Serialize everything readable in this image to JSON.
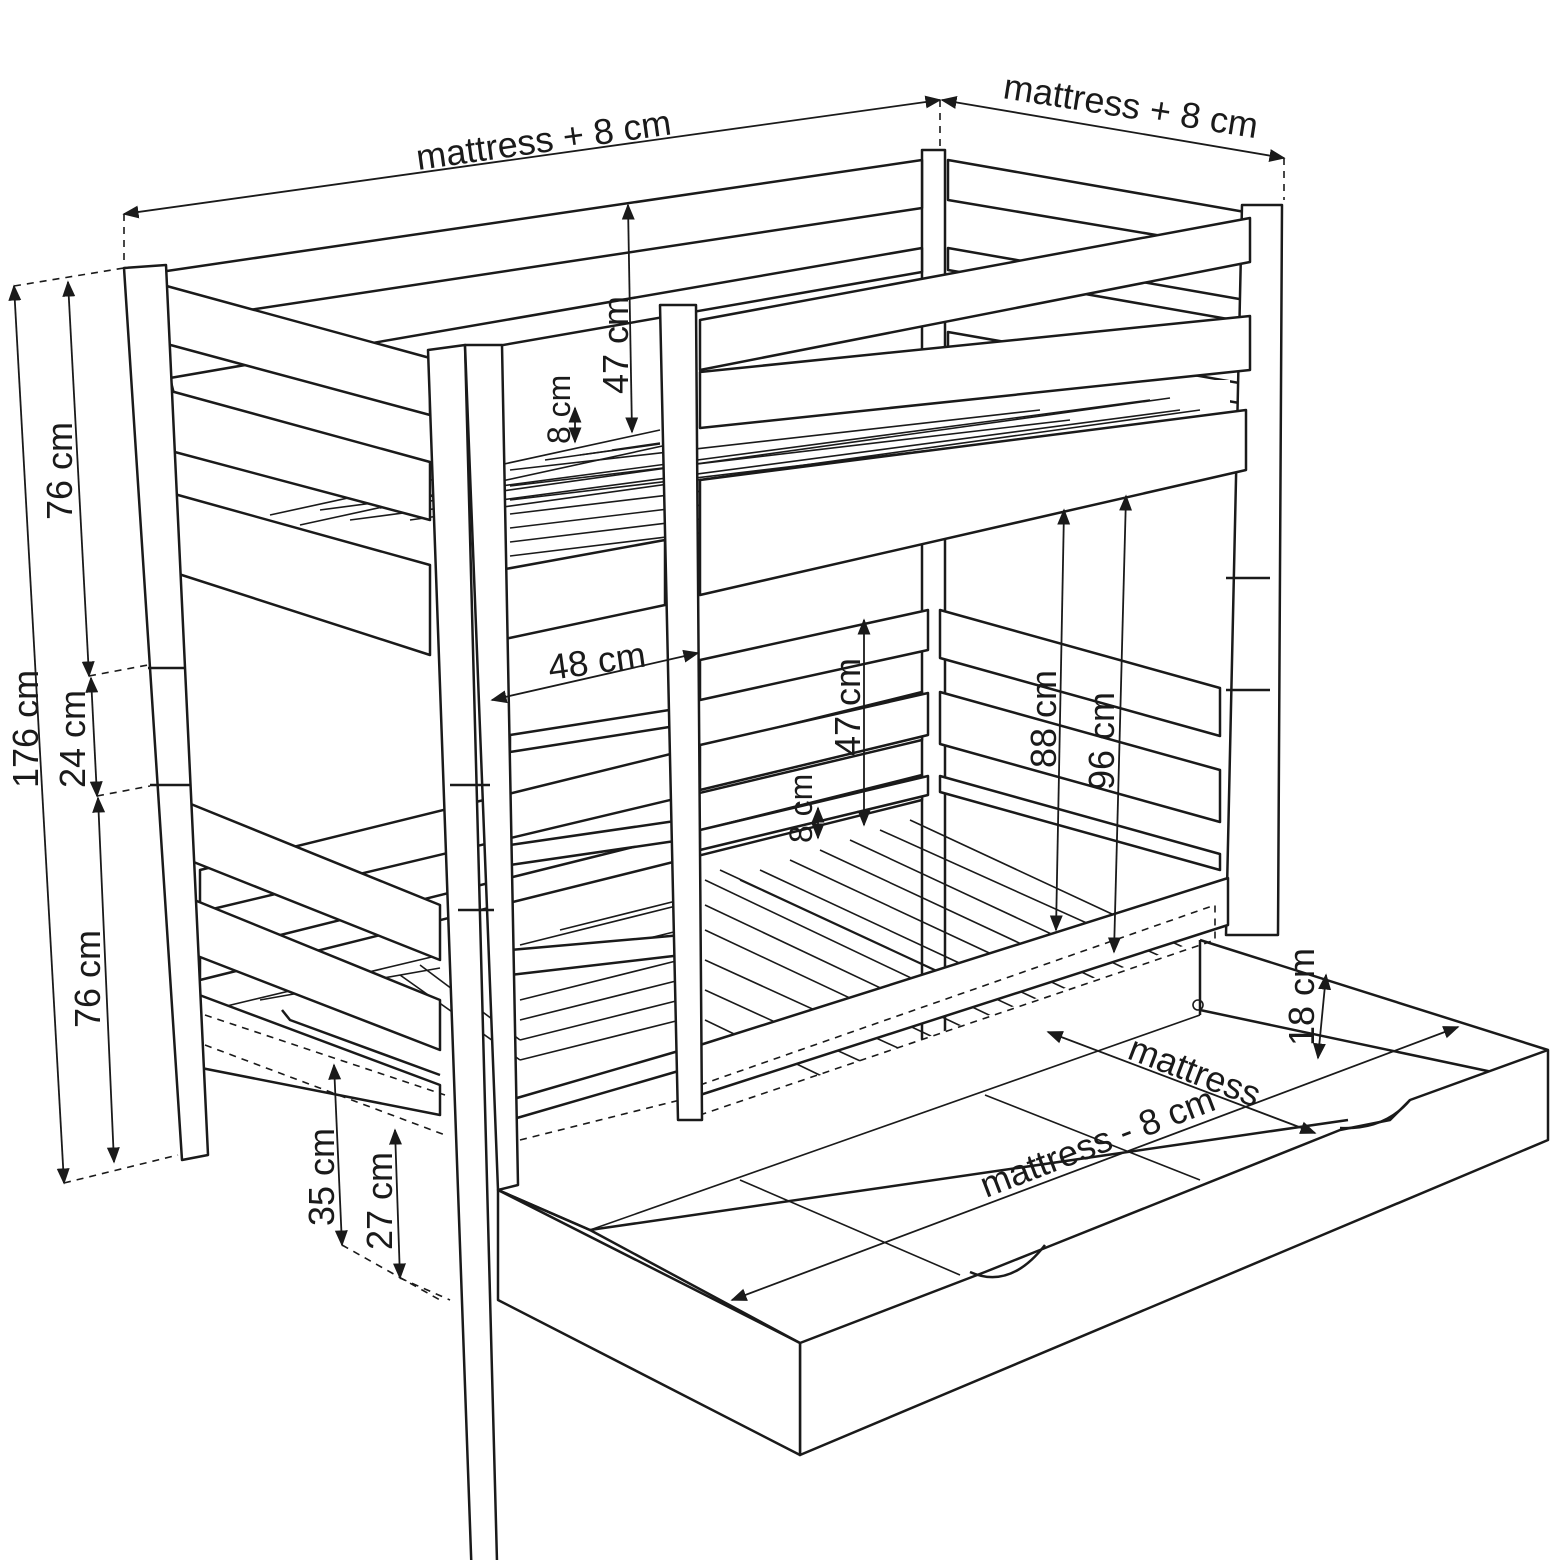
{
  "labels": {
    "top_length": "mattress + 8 cm",
    "top_width": "mattress + 8 cm",
    "total_height": "176 cm",
    "upper_section": "76 cm",
    "gap_section": "24 cm",
    "lower_section": "76 cm",
    "upper_rail_height": "47 cm",
    "upper_rail_gap": "8 cm",
    "ladder_width": "48 cm",
    "lower_rail_height": "47 cm",
    "lower_rail_gap": "8 cm",
    "clearance_88": "88 cm",
    "clearance_96": "96 cm",
    "drawer_height": "18 cm",
    "drawer_width": "mattress",
    "drawer_length": "mattress - 8 cm",
    "bottom_height_35": "35 cm",
    "bottom_height_27": "27 cm"
  },
  "colors": {
    "stroke": "#1a1a1a",
    "background": "#ffffff"
  }
}
